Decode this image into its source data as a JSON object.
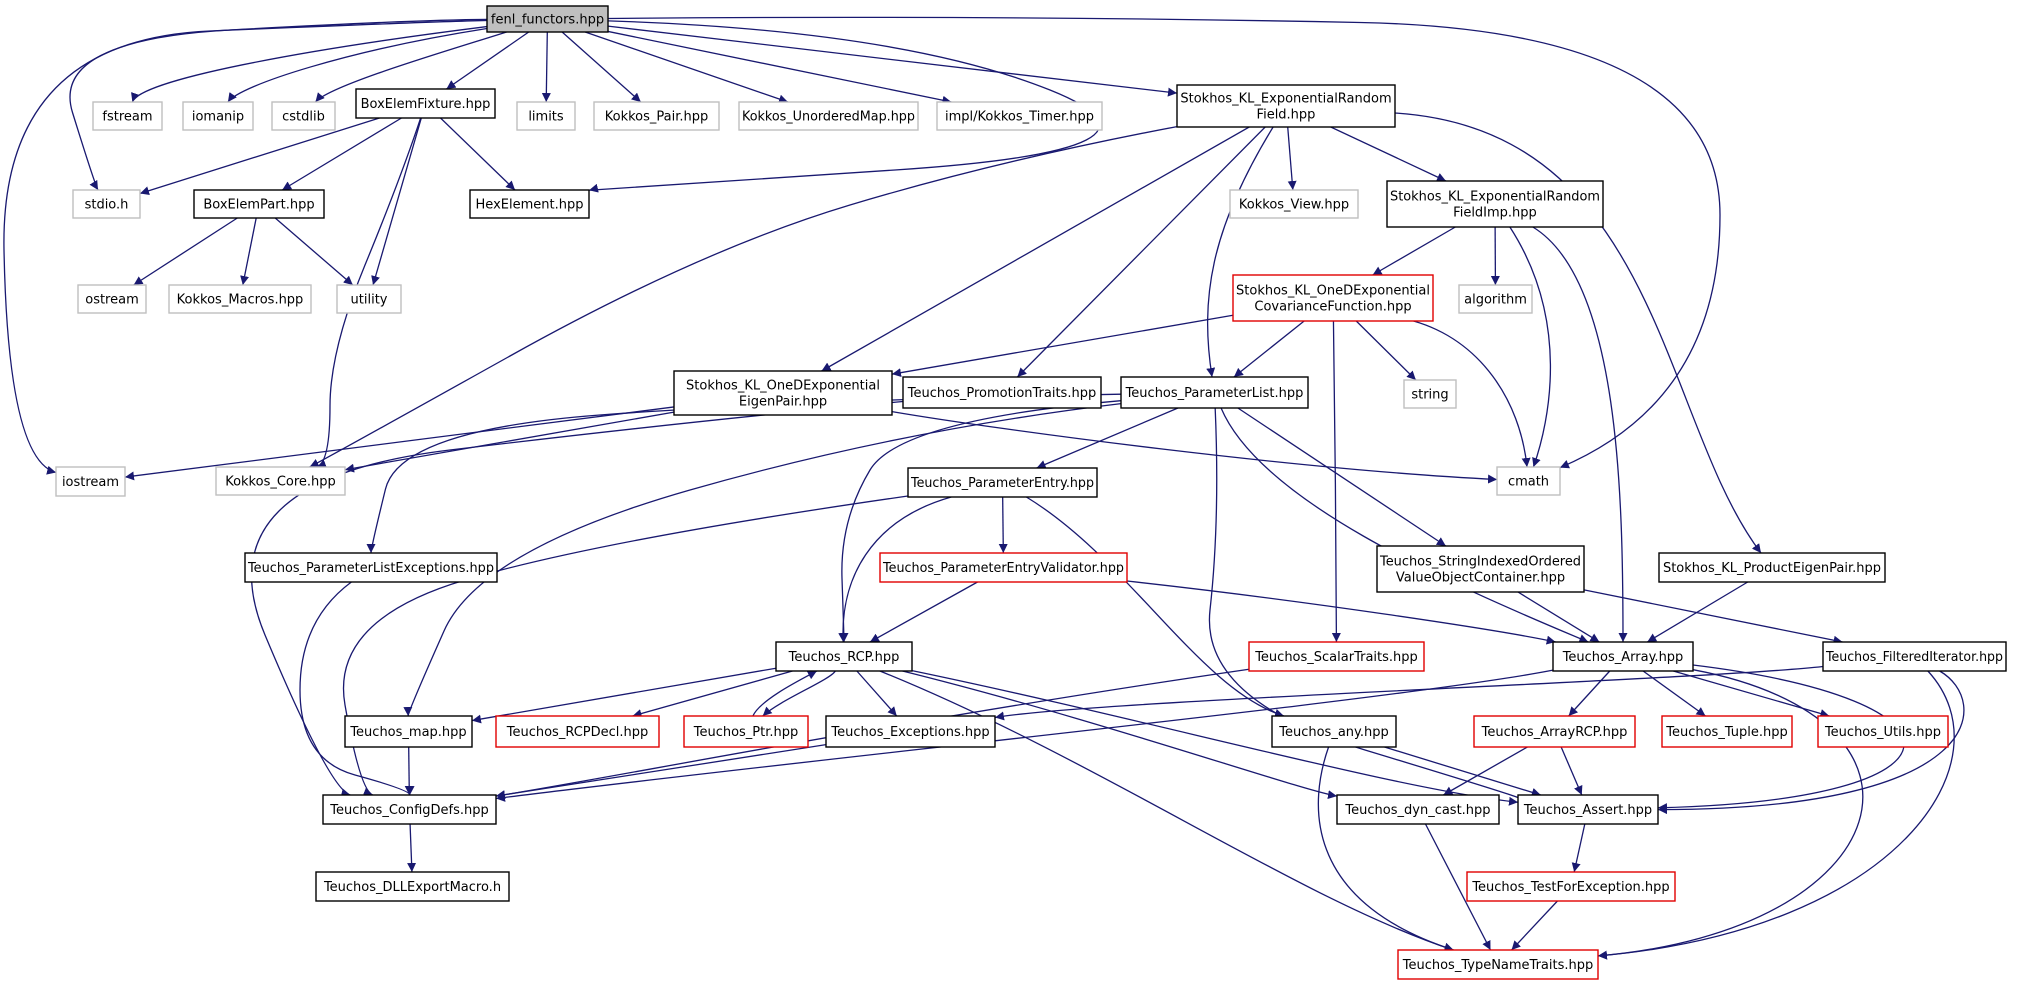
{
  "graph": {
    "nodes": [
      {
        "id": "root",
        "lines": [
          "fenl_functors.hpp"
        ],
        "style": "root"
      },
      {
        "id": "iostream",
        "lines": [
          "iostream"
        ],
        "style": "gray"
      },
      {
        "id": "stdio",
        "lines": [
          "stdio.h"
        ],
        "style": "gray"
      },
      {
        "id": "fstream",
        "lines": [
          "fstream"
        ],
        "style": "gray"
      },
      {
        "id": "iomanip",
        "lines": [
          "iomanip"
        ],
        "style": "gray"
      },
      {
        "id": "cstdlib",
        "lines": [
          "cstdlib"
        ],
        "style": "gray"
      },
      {
        "id": "boxfix",
        "lines": [
          "BoxElemFixture.hpp"
        ],
        "style": "black"
      },
      {
        "id": "limits",
        "lines": [
          "limits"
        ],
        "style": "gray"
      },
      {
        "id": "kpair",
        "lines": [
          "Kokkos_Pair.hpp"
        ],
        "style": "gray"
      },
      {
        "id": "kumap",
        "lines": [
          "Kokkos_UnorderedMap.hpp"
        ],
        "style": "gray"
      },
      {
        "id": "ktimer",
        "lines": [
          "impl/Kokkos_Timer.hpp"
        ],
        "style": "gray"
      },
      {
        "id": "skexp",
        "lines": [
          "Stokhos_KL_ExponentialRandom",
          "Field.hpp"
        ],
        "style": "black"
      },
      {
        "id": "boxpart",
        "lines": [
          "BoxElemPart.hpp"
        ],
        "style": "black"
      },
      {
        "id": "hexel",
        "lines": [
          "HexElement.hpp"
        ],
        "style": "black"
      },
      {
        "id": "kview",
        "lines": [
          "Kokkos_View.hpp"
        ],
        "style": "gray"
      },
      {
        "id": "skexpimp",
        "lines": [
          "Stokhos_KL_ExponentialRandom",
          "FieldImp.hpp"
        ],
        "style": "black"
      },
      {
        "id": "ostream",
        "lines": [
          "ostream"
        ],
        "style": "gray"
      },
      {
        "id": "kmacros",
        "lines": [
          "Kokkos_Macros.hpp"
        ],
        "style": "gray"
      },
      {
        "id": "utility",
        "lines": [
          "utility"
        ],
        "style": "gray"
      },
      {
        "id": "algorithm",
        "lines": [
          "algorithm"
        ],
        "style": "gray"
      },
      {
        "id": "skoned",
        "lines": [
          "Stokhos_KL_OneDExponential",
          "CovarianceFunction.hpp"
        ],
        "style": "red"
      },
      {
        "id": "string",
        "lines": [
          "string"
        ],
        "style": "gray"
      },
      {
        "id": "skeigen",
        "lines": [
          "Stokhos_KL_OneDExponential",
          "EigenPair.hpp"
        ],
        "style": "black"
      },
      {
        "id": "tprom",
        "lines": [
          "Teuchos_PromotionTraits.hpp"
        ],
        "style": "black"
      },
      {
        "id": "tplist",
        "lines": [
          "Teuchos_ParameterList.hpp"
        ],
        "style": "black"
      },
      {
        "id": "kcore",
        "lines": [
          "Kokkos_Core.hpp"
        ],
        "style": "gray"
      },
      {
        "id": "cmath",
        "lines": [
          "cmath"
        ],
        "style": "gray"
      },
      {
        "id": "tpentry",
        "lines": [
          "Teuchos_ParameterEntry.hpp"
        ],
        "style": "black"
      },
      {
        "id": "tplexc",
        "lines": [
          "Teuchos_ParameterListExceptions.hpp"
        ],
        "style": "black"
      },
      {
        "id": "tpeval",
        "lines": [
          "Teuchos_ParameterEntryValidator.hpp"
        ],
        "style": "red"
      },
      {
        "id": "tsioc",
        "lines": [
          "Teuchos_StringIndexedOrdered",
          "ValueObjectContainer.hpp"
        ],
        "style": "black"
      },
      {
        "id": "skprod",
        "lines": [
          "Stokhos_KL_ProductEigenPair.hpp"
        ],
        "style": "black"
      },
      {
        "id": "trcp",
        "lines": [
          "Teuchos_RCP.hpp"
        ],
        "style": "black"
      },
      {
        "id": "tscalar",
        "lines": [
          "Teuchos_ScalarTraits.hpp"
        ],
        "style": "red"
      },
      {
        "id": "tarray",
        "lines": [
          "Teuchos_Array.hpp"
        ],
        "style": "black"
      },
      {
        "id": "tfilt",
        "lines": [
          "Teuchos_FilteredIterator.hpp"
        ],
        "style": "black"
      },
      {
        "id": "tmap",
        "lines": [
          "Teuchos_map.hpp"
        ],
        "style": "black"
      },
      {
        "id": "trcpdecl",
        "lines": [
          "Teuchos_RCPDecl.hpp"
        ],
        "style": "red"
      },
      {
        "id": "tptr",
        "lines": [
          "Teuchos_Ptr.hpp"
        ],
        "style": "red"
      },
      {
        "id": "texc",
        "lines": [
          "Teuchos_Exceptions.hpp"
        ],
        "style": "black"
      },
      {
        "id": "tany",
        "lines": [
          "Teuchos_any.hpp"
        ],
        "style": "black"
      },
      {
        "id": "tarcp",
        "lines": [
          "Teuchos_ArrayRCP.hpp"
        ],
        "style": "red"
      },
      {
        "id": "ttuple",
        "lines": [
          "Teuchos_Tuple.hpp"
        ],
        "style": "red"
      },
      {
        "id": "tutils",
        "lines": [
          "Teuchos_Utils.hpp"
        ],
        "style": "red"
      },
      {
        "id": "tconf",
        "lines": [
          "Teuchos_ConfigDefs.hpp"
        ],
        "style": "black"
      },
      {
        "id": "tdyn",
        "lines": [
          "Teuchos_dyn_cast.hpp"
        ],
        "style": "black"
      },
      {
        "id": "tassert",
        "lines": [
          "Teuchos_Assert.hpp"
        ],
        "style": "black"
      },
      {
        "id": "tdll",
        "lines": [
          "Teuchos_DLLExportMacro.h"
        ],
        "style": "black"
      },
      {
        "id": "ttfe",
        "lines": [
          "Teuchos_TestForException.hpp"
        ],
        "style": "red"
      },
      {
        "id": "ttname",
        "lines": [
          "Teuchos_TypeNameTraits.hpp"
        ],
        "style": "red"
      }
    ],
    "colors": {
      "edge": "#191970",
      "documented_border": "#000000",
      "truncated_border": "#e00000",
      "external_border": "#bfbfbf",
      "root_fill": "#bfbfbf"
    }
  }
}
